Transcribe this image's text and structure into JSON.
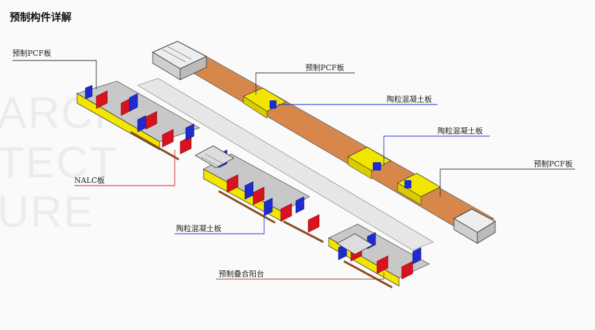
{
  "title": "预制构件详解",
  "watermark": [
    "ARCH",
    "TECT",
    "URE"
  ],
  "colors": {
    "pcf": "#f2e600",
    "ceramsite": "#1c2cd0",
    "nalc": "#d8121e",
    "balcony": "#8a4a1e",
    "floor": "#d8874a"
  },
  "labels": {
    "pcf_left": "预制PCF板",
    "pcf_top": "预制PCF板",
    "ceramsite_top": "陶粒混凝土板",
    "ceramsite_mid": "陶粒混凝土板",
    "pcf_right": "预制PCF板",
    "nalc": "NALC板",
    "ceramsite_bottom": "陶粒混凝土板",
    "balcony": "预制叠合阳台"
  }
}
